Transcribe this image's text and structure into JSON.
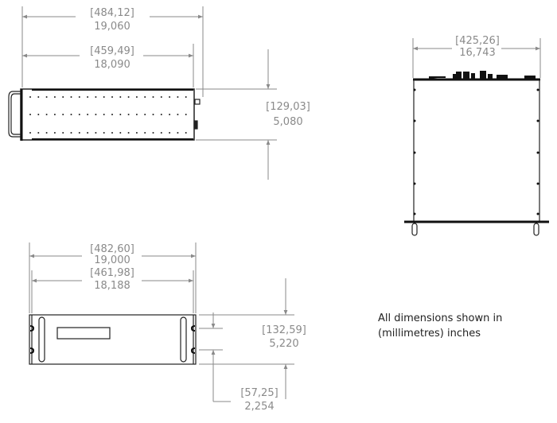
{
  "views": {
    "top": {
      "overall_width": {
        "mm": "[484,12]",
        "in": "19,060"
      },
      "body_width": {
        "mm": "[459,49]",
        "in": "18,090"
      },
      "height": {
        "mm": "[129,03]",
        "in": "5,080"
      }
    },
    "side": {
      "depth": {
        "mm": "[425,26]",
        "in": "16,743"
      }
    },
    "front": {
      "overall_width": {
        "mm": "[482,60]",
        "in": "19,000"
      },
      "inner_width": {
        "mm": "[461,98]",
        "in": "18,188"
      },
      "height": {
        "mm": "[132,59]",
        "in": "5,220"
      },
      "hole_spacing": {
        "mm": "[57,25]",
        "in": "2,254"
      }
    }
  },
  "note": {
    "line1": "All dimensions shown in",
    "line2": "(millimetres) inches"
  },
  "colors": {
    "dimension": "#8a8a8a",
    "object": "#222222"
  }
}
